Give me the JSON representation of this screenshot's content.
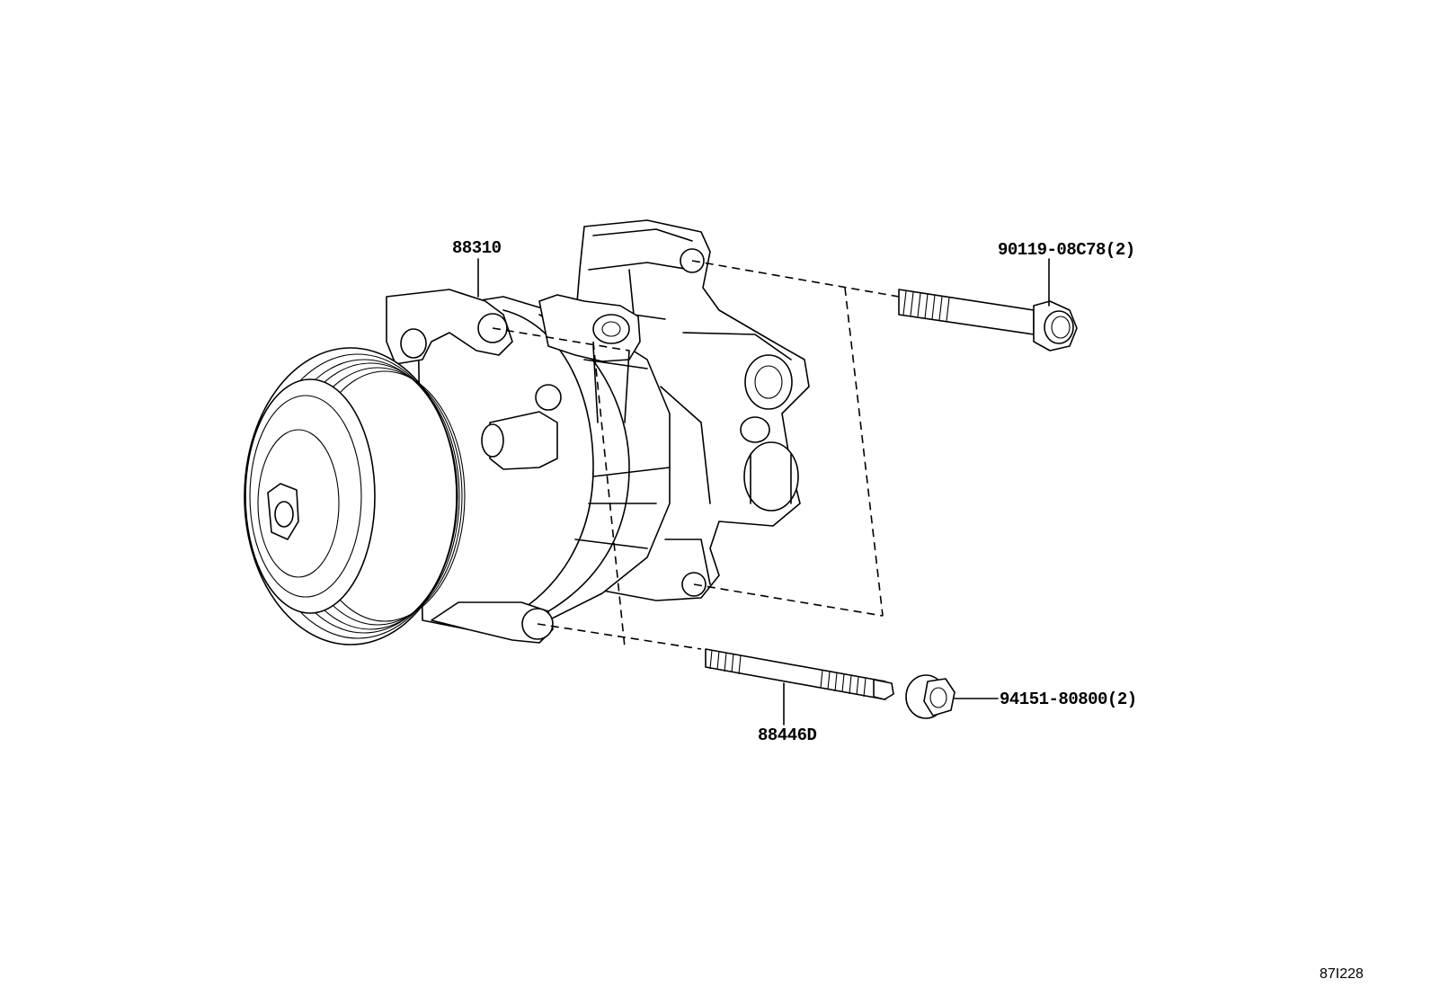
{
  "parts": {
    "compressor": {
      "number": "88310",
      "icon": "ac-compressor-icon"
    },
    "bolt": {
      "number": "90119-08C78(2)",
      "icon": "flange-bolt-icon"
    },
    "stud": {
      "number": "88446D",
      "icon": "stud-bolt-icon"
    },
    "nut": {
      "number": "94151-80800(2)",
      "icon": "flange-nut-icon"
    }
  },
  "reference_code": "87I228"
}
